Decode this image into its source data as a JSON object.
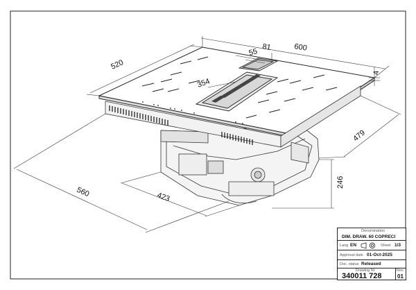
{
  "dimensions": {
    "width_top": "600",
    "depth_top": "520",
    "offset_55": "55",
    "offset_81": "81",
    "thickness": "4",
    "inner_354": "354",
    "depth_body": "479",
    "height_body": "246",
    "width_body": "560",
    "width_inner": "423"
  },
  "title_block": {
    "denomination_label": "Denomination",
    "denomination_value": "DIM. DRAW. 60 COPRECI",
    "lang_label": "Lang",
    "lang_value": "EN",
    "sheet_label": "Sheet",
    "sheet_value": "1/3",
    "approval_label": "Approval date",
    "approval_value": "01-Oct-2025",
    "status_label": "Doc. status",
    "status_value": "Released",
    "drawing_label": "Drawing Nr",
    "drawing_value": "340011 728",
    "rev_label": "Rev.",
    "rev_value": "01"
  }
}
